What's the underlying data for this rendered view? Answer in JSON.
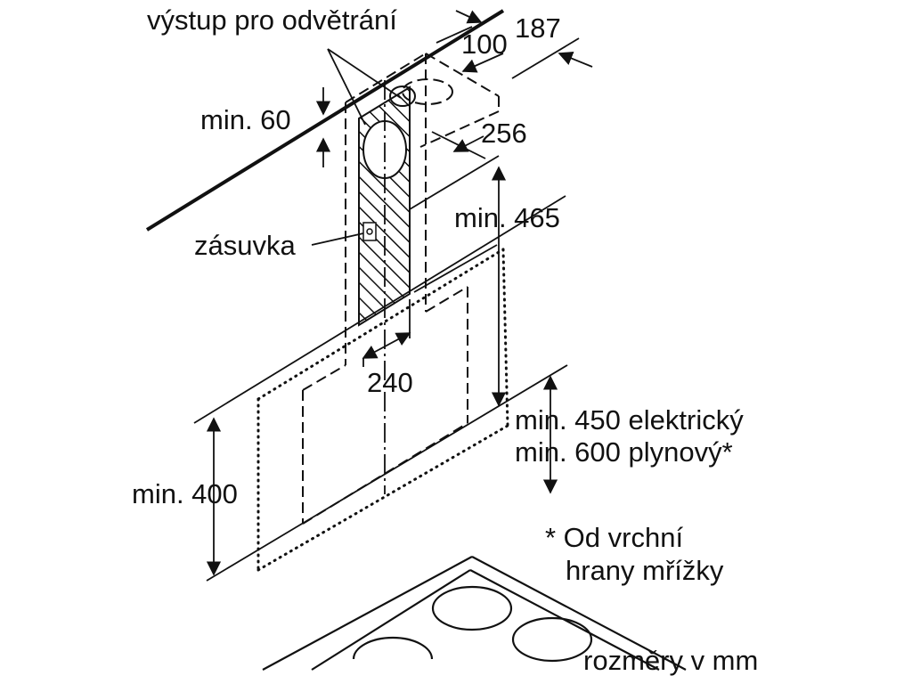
{
  "labels": {
    "vent_outlet": "výstup pro odvětrání",
    "dim_187": "187",
    "dim_100": "100",
    "min_60": "min. 60",
    "dim_256": "256",
    "min_465": "min. 465",
    "socket": "zásuvka",
    "dim_240": "240",
    "min_450": "min. 450 elektrický",
    "min_600": "min. 600 plynový*",
    "min_400": "min. 400",
    "footnote_line1": "* Od vrchní",
    "footnote_line2": "hrany mřížky",
    "units": "rozměry v mm"
  }
}
